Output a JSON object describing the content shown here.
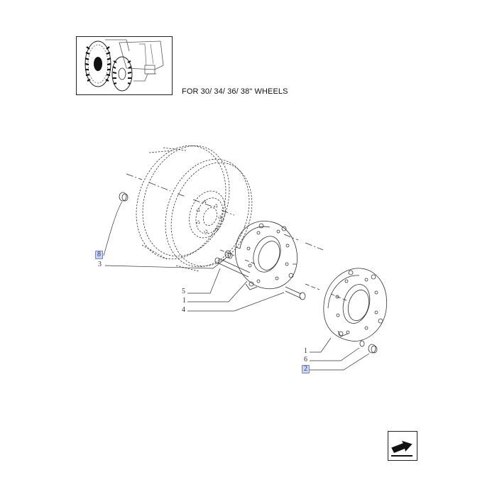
{
  "caption": "FOR 30/ 34/ 36/ 38\" WHEELS",
  "callouts": [
    {
      "id": "c8",
      "label": "8",
      "highlight": true
    },
    {
      "id": "c3",
      "label": "3",
      "highlight": false
    },
    {
      "id": "c5",
      "label": "5",
      "highlight": false
    },
    {
      "id": "c1a",
      "label": "1",
      "highlight": false
    },
    {
      "id": "c4",
      "label": "4",
      "highlight": false
    },
    {
      "id": "c1b",
      "label": "1",
      "highlight": false
    },
    {
      "id": "c6",
      "label": "6",
      "highlight": false
    },
    {
      "id": "c2",
      "label": "2",
      "highlight": true
    }
  ],
  "icons": {
    "thumbnail": "tractor-wheel-thumbnail",
    "nav": "next-page-arrow-icon"
  },
  "colors": {
    "highlight": "#c9d3f5",
    "line": "#333333"
  }
}
